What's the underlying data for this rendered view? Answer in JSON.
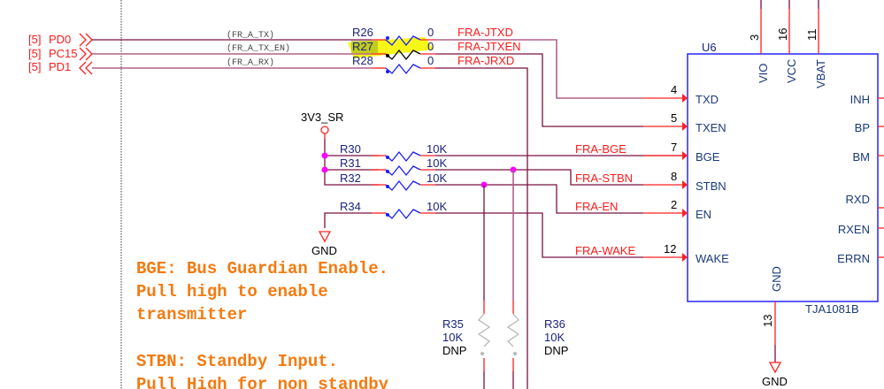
{
  "ports": [
    {
      "sheet": "[5]",
      "name": "PD0",
      "direction": "out"
    },
    {
      "sheet": "[5]",
      "name": "PC15",
      "direction": "out"
    },
    {
      "sheet": "[5]",
      "name": "PD1",
      "direction": "in"
    }
  ],
  "signal_aliases": [
    "(FR_A_TX)",
    "(FR_A_TX_EN)",
    "(FR_A_RX)"
  ],
  "series_resistors": [
    {
      "ref": "R26",
      "value": "0",
      "net": "FRA-JTXD",
      "highlighted": false
    },
    {
      "ref": "R27",
      "value": "0",
      "net": "FRA-JTXEN",
      "highlighted": true
    },
    {
      "ref": "R28",
      "value": "0",
      "net": "FRA-JRXD",
      "highlighted": false
    }
  ],
  "power_net": "3V3_SR",
  "pull_resistors": [
    {
      "ref": "R30",
      "value": "10K",
      "net": "FRA-BGE"
    },
    {
      "ref": "R31",
      "value": "10K",
      "net": "FRA-STBN"
    },
    {
      "ref": "R32",
      "value": "10K",
      "net": "FRA-EN"
    },
    {
      "ref": "R34",
      "value": "10K",
      "net": "FRA-WAKE"
    }
  ],
  "dnp_resistors": [
    {
      "ref": "R35",
      "value": "10K",
      "note": "DNP"
    },
    {
      "ref": "R36",
      "value": "10K",
      "note": "DNP"
    }
  ],
  "ground_label": "GND",
  "chip": {
    "ref": "U6",
    "part": "TJA1081B",
    "top_pins": [
      {
        "num": "3",
        "name": "VIO"
      },
      {
        "num": "16",
        "name": "VCC"
      },
      {
        "num": "11",
        "name": "VBAT"
      }
    ],
    "left_pins": [
      {
        "num": "4",
        "name": "TXD",
        "net": "FRA-JTXD"
      },
      {
        "num": "5",
        "name": "TXEN",
        "net": "FRA-JTXEN"
      },
      {
        "num": "7",
        "name": "BGE",
        "net": "FRA-BGE"
      },
      {
        "num": "8",
        "name": "STBN",
        "net": "FRA-STBN"
      },
      {
        "num": "2",
        "name": "EN",
        "net": "FRA-EN"
      },
      {
        "num": "12",
        "name": "WAKE",
        "net": "FRA-WAKE"
      }
    ],
    "right_pins": [
      {
        "name": "INH"
      },
      {
        "name": "BP"
      },
      {
        "name": "BM"
      },
      {
        "name": "RXD"
      },
      {
        "name": "RXEN"
      },
      {
        "name": "ERRN"
      }
    ],
    "bottom_pin": {
      "num": "13",
      "name": "GND"
    }
  },
  "notes": [
    "BGE: Bus Guardian Enable.",
    "Pull high to enable",
    "transmitter",
    "STBN: Standby Input.",
    "Pull High for non standby"
  ],
  "colors": {
    "wire": "#7a1240",
    "pin": "#ff2020",
    "net_label": "#ff1a1a",
    "chip_outline": "#3333ff",
    "junction": "#ff00ff",
    "note": "#f47a10",
    "highlight": "#f5f500"
  }
}
